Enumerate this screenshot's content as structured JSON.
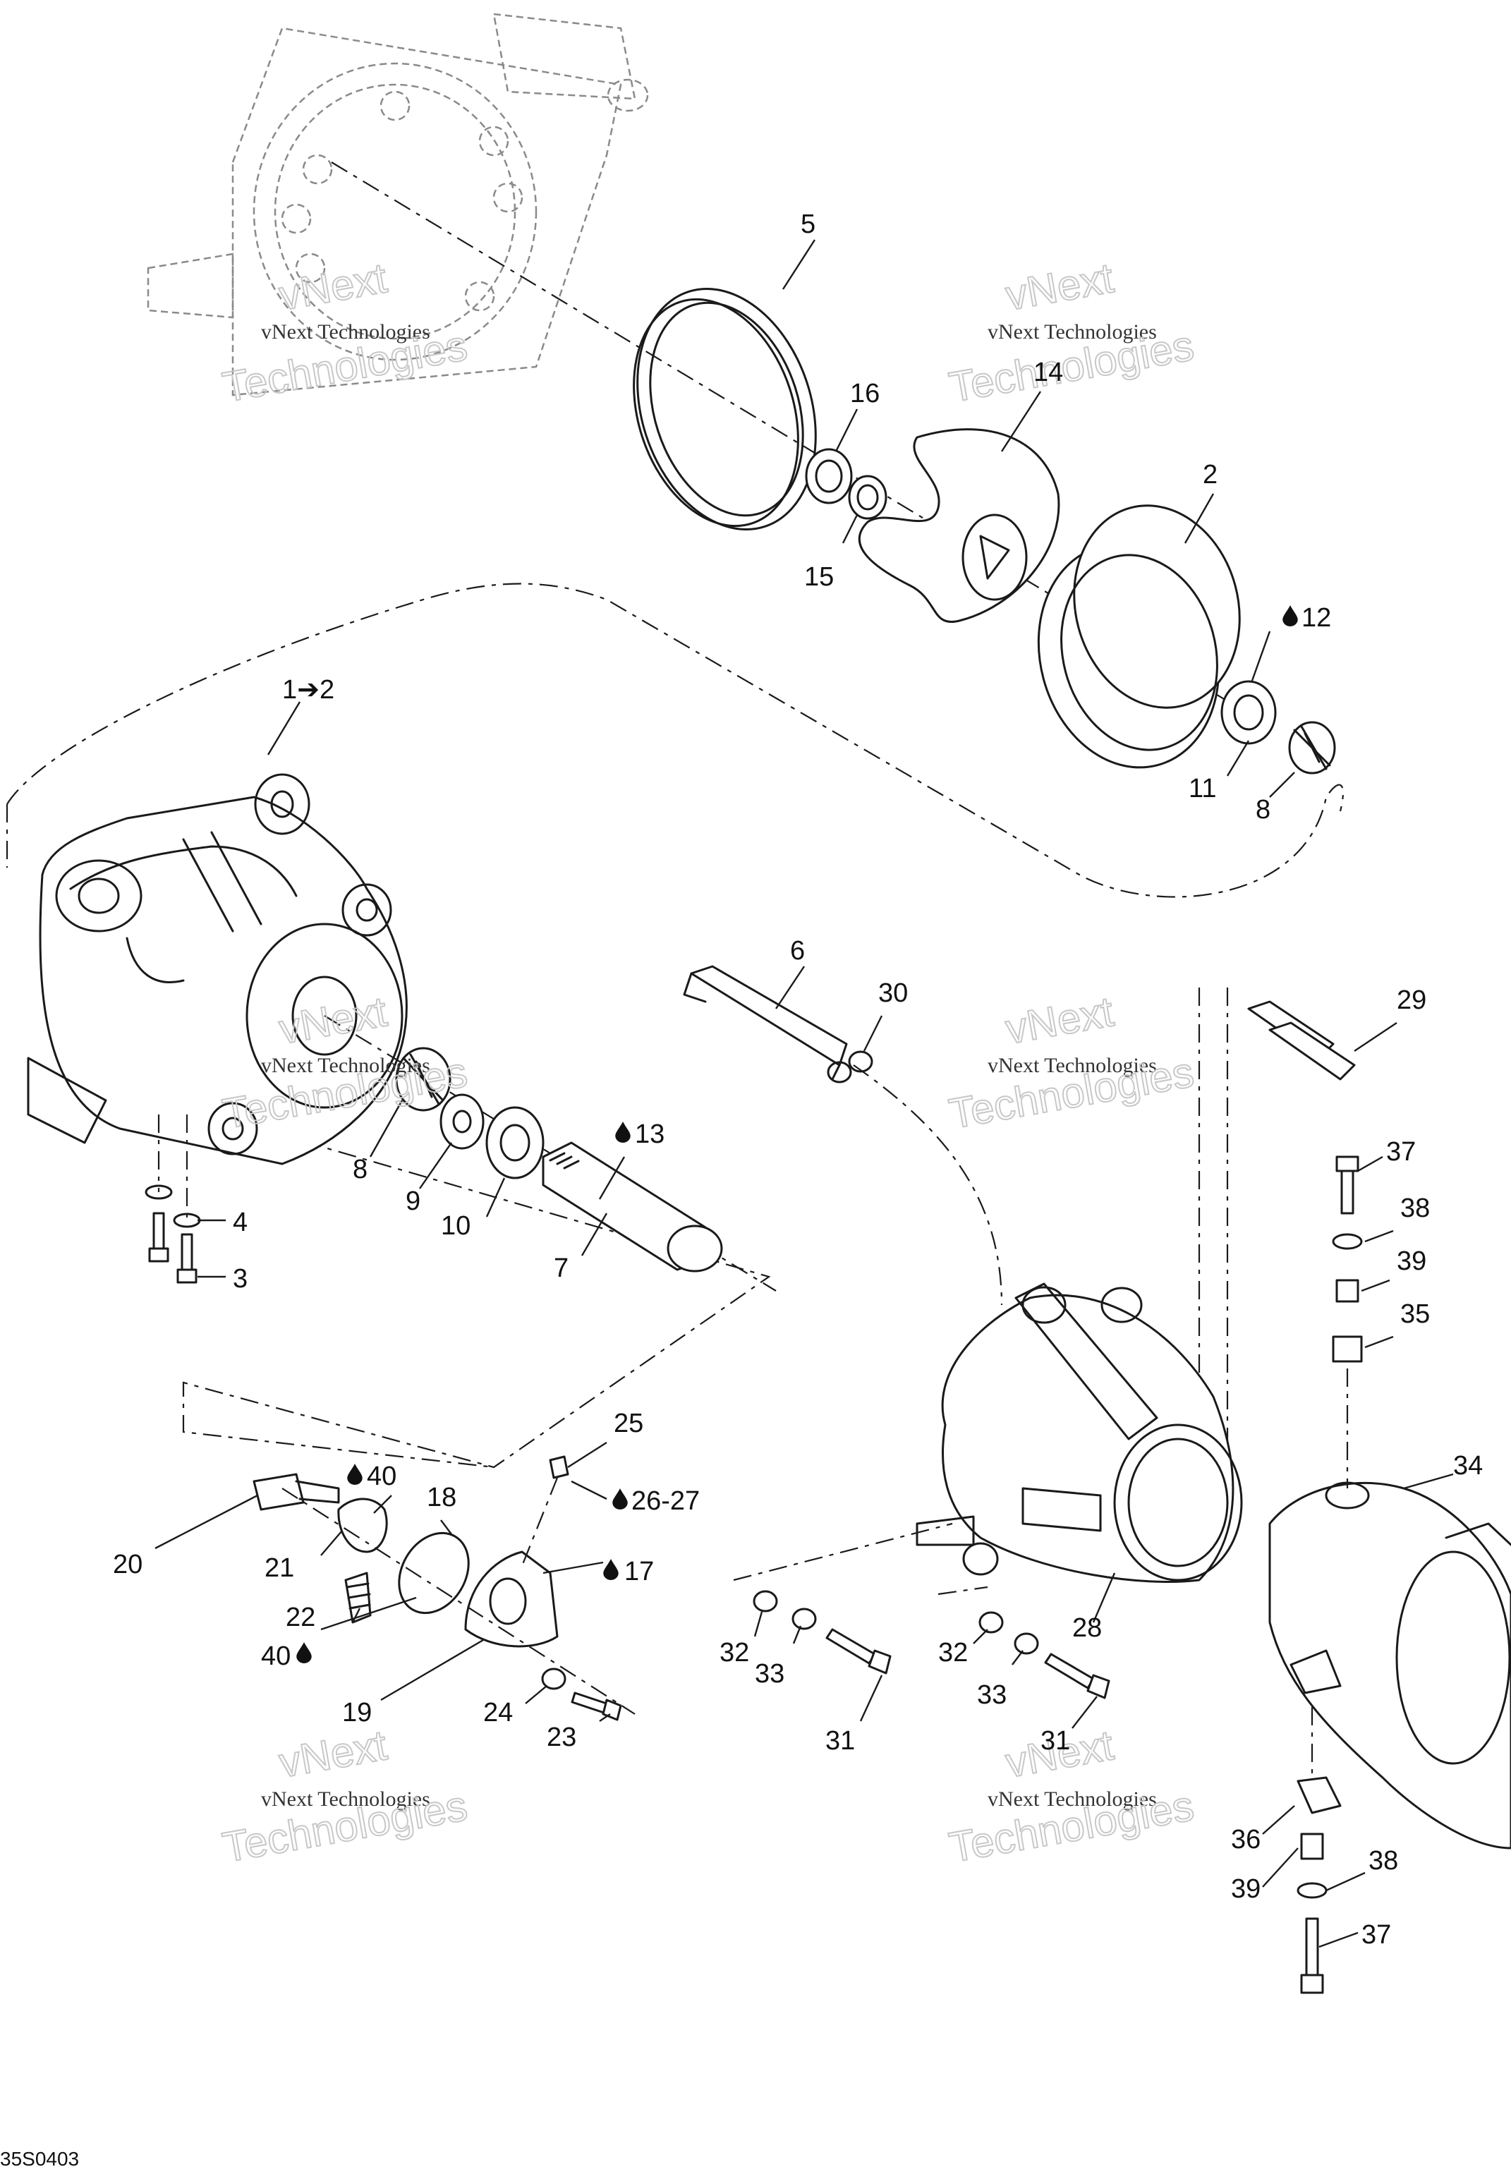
{
  "diagram_code": "35S0403",
  "watermark": {
    "line1": "vNext Technologies",
    "line2": "Technologies",
    "line3": "vNext"
  },
  "callouts": {
    "c5": "5",
    "c16": "16",
    "c14": "14",
    "c15": "15",
    "c2": "2",
    "c12": "12",
    "c11": "11",
    "c8a": "8",
    "c1to2": "1➔2",
    "c6": "6",
    "c30": "30",
    "c29": "29",
    "c8b": "8",
    "c9": "9",
    "c10": "10",
    "c13": "13",
    "c7": "7",
    "c4": "4",
    "c3": "3",
    "c37a": "37",
    "c38a": "38",
    "c39a": "39",
    "c35": "35",
    "c34": "34",
    "c25": "25",
    "c26_27": "26-27",
    "c40a": "40",
    "c18": "18",
    "c17": "17",
    "c20": "20",
    "c21": "21",
    "c22": "22",
    "c40b": "40",
    "c19": "19",
    "c24": "24",
    "c23": "23",
    "c32a": "32",
    "c33a": "33",
    "c31a": "31",
    "c32b": "32",
    "c33b": "33",
    "c31b": "31",
    "c28": "28",
    "c36": "36",
    "c39b": "39",
    "c38b": "38",
    "c37b": "37"
  },
  "icons": [
    "lubricant-drop-icon"
  ]
}
